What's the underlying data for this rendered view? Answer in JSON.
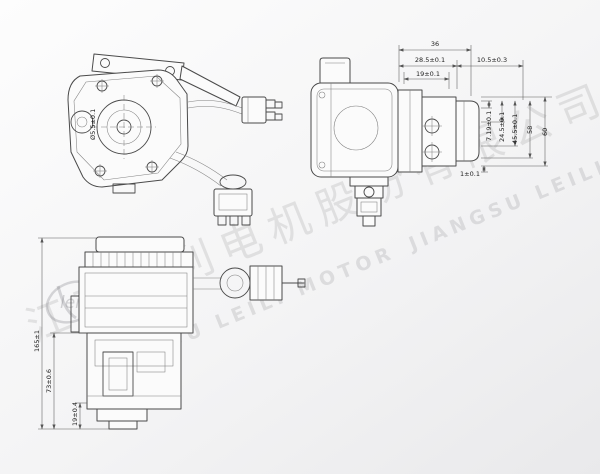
{
  "watermark": {
    "cn": "江苏雷利电机股份有限公司",
    "en": "JIANGSU LEILI MOTOR",
    "logo": "leili"
  },
  "dims": {
    "front": {
      "hole": "Ø5.5±0.1"
    },
    "side": {
      "w36": "36",
      "w285": "28.5±0.1",
      "w105": "10.5±0.3",
      "w19": "19±0.1",
      "h719": "7.19±0.1",
      "h245": "24.5±0.1",
      "h455": "45.5±0.1",
      "h58": "58",
      "h60": "60",
      "gap1": "1±0.1"
    },
    "bottom": {
      "h165": "165±1",
      "h73": "73±0.6",
      "h19": "19±0.4"
    }
  }
}
